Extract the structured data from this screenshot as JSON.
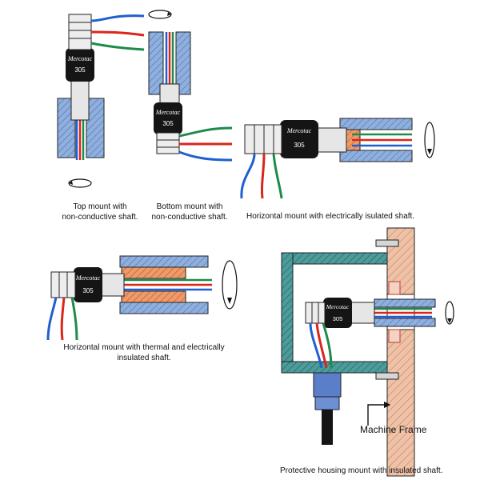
{
  "product": {
    "brand": "Mercotac",
    "model": "305"
  },
  "captions": {
    "top_mount_line1": "Top mount with",
    "top_mount_line2": "non-conductive shaft.",
    "bottom_mount_line1": "Bottom mount with",
    "bottom_mount_line2": "non-conductive shaft.",
    "horizontal_isolated": "Horizontal mount with electrically isulated shaft.",
    "thermal_line1": "Horizontal mount with thermal and electrically",
    "thermal_line2": "insulated shaft.",
    "housing": "Protective housing mount with insulated shaft."
  },
  "callouts": {
    "machine_frame": "Machine Frame"
  },
  "colors": {
    "shaft_blue": "#7fa3d6",
    "insulator_orange": "#e98a55",
    "housing_teal": "#3f8f8f",
    "frame_wood": "#e9b69a",
    "wire_blue": "#1f5fd0",
    "wire_red": "#d9261c",
    "wire_green": "#1f8a4c",
    "connector_black": "#151515"
  },
  "icons": {
    "rotation": "rotation-arrow-icon"
  }
}
